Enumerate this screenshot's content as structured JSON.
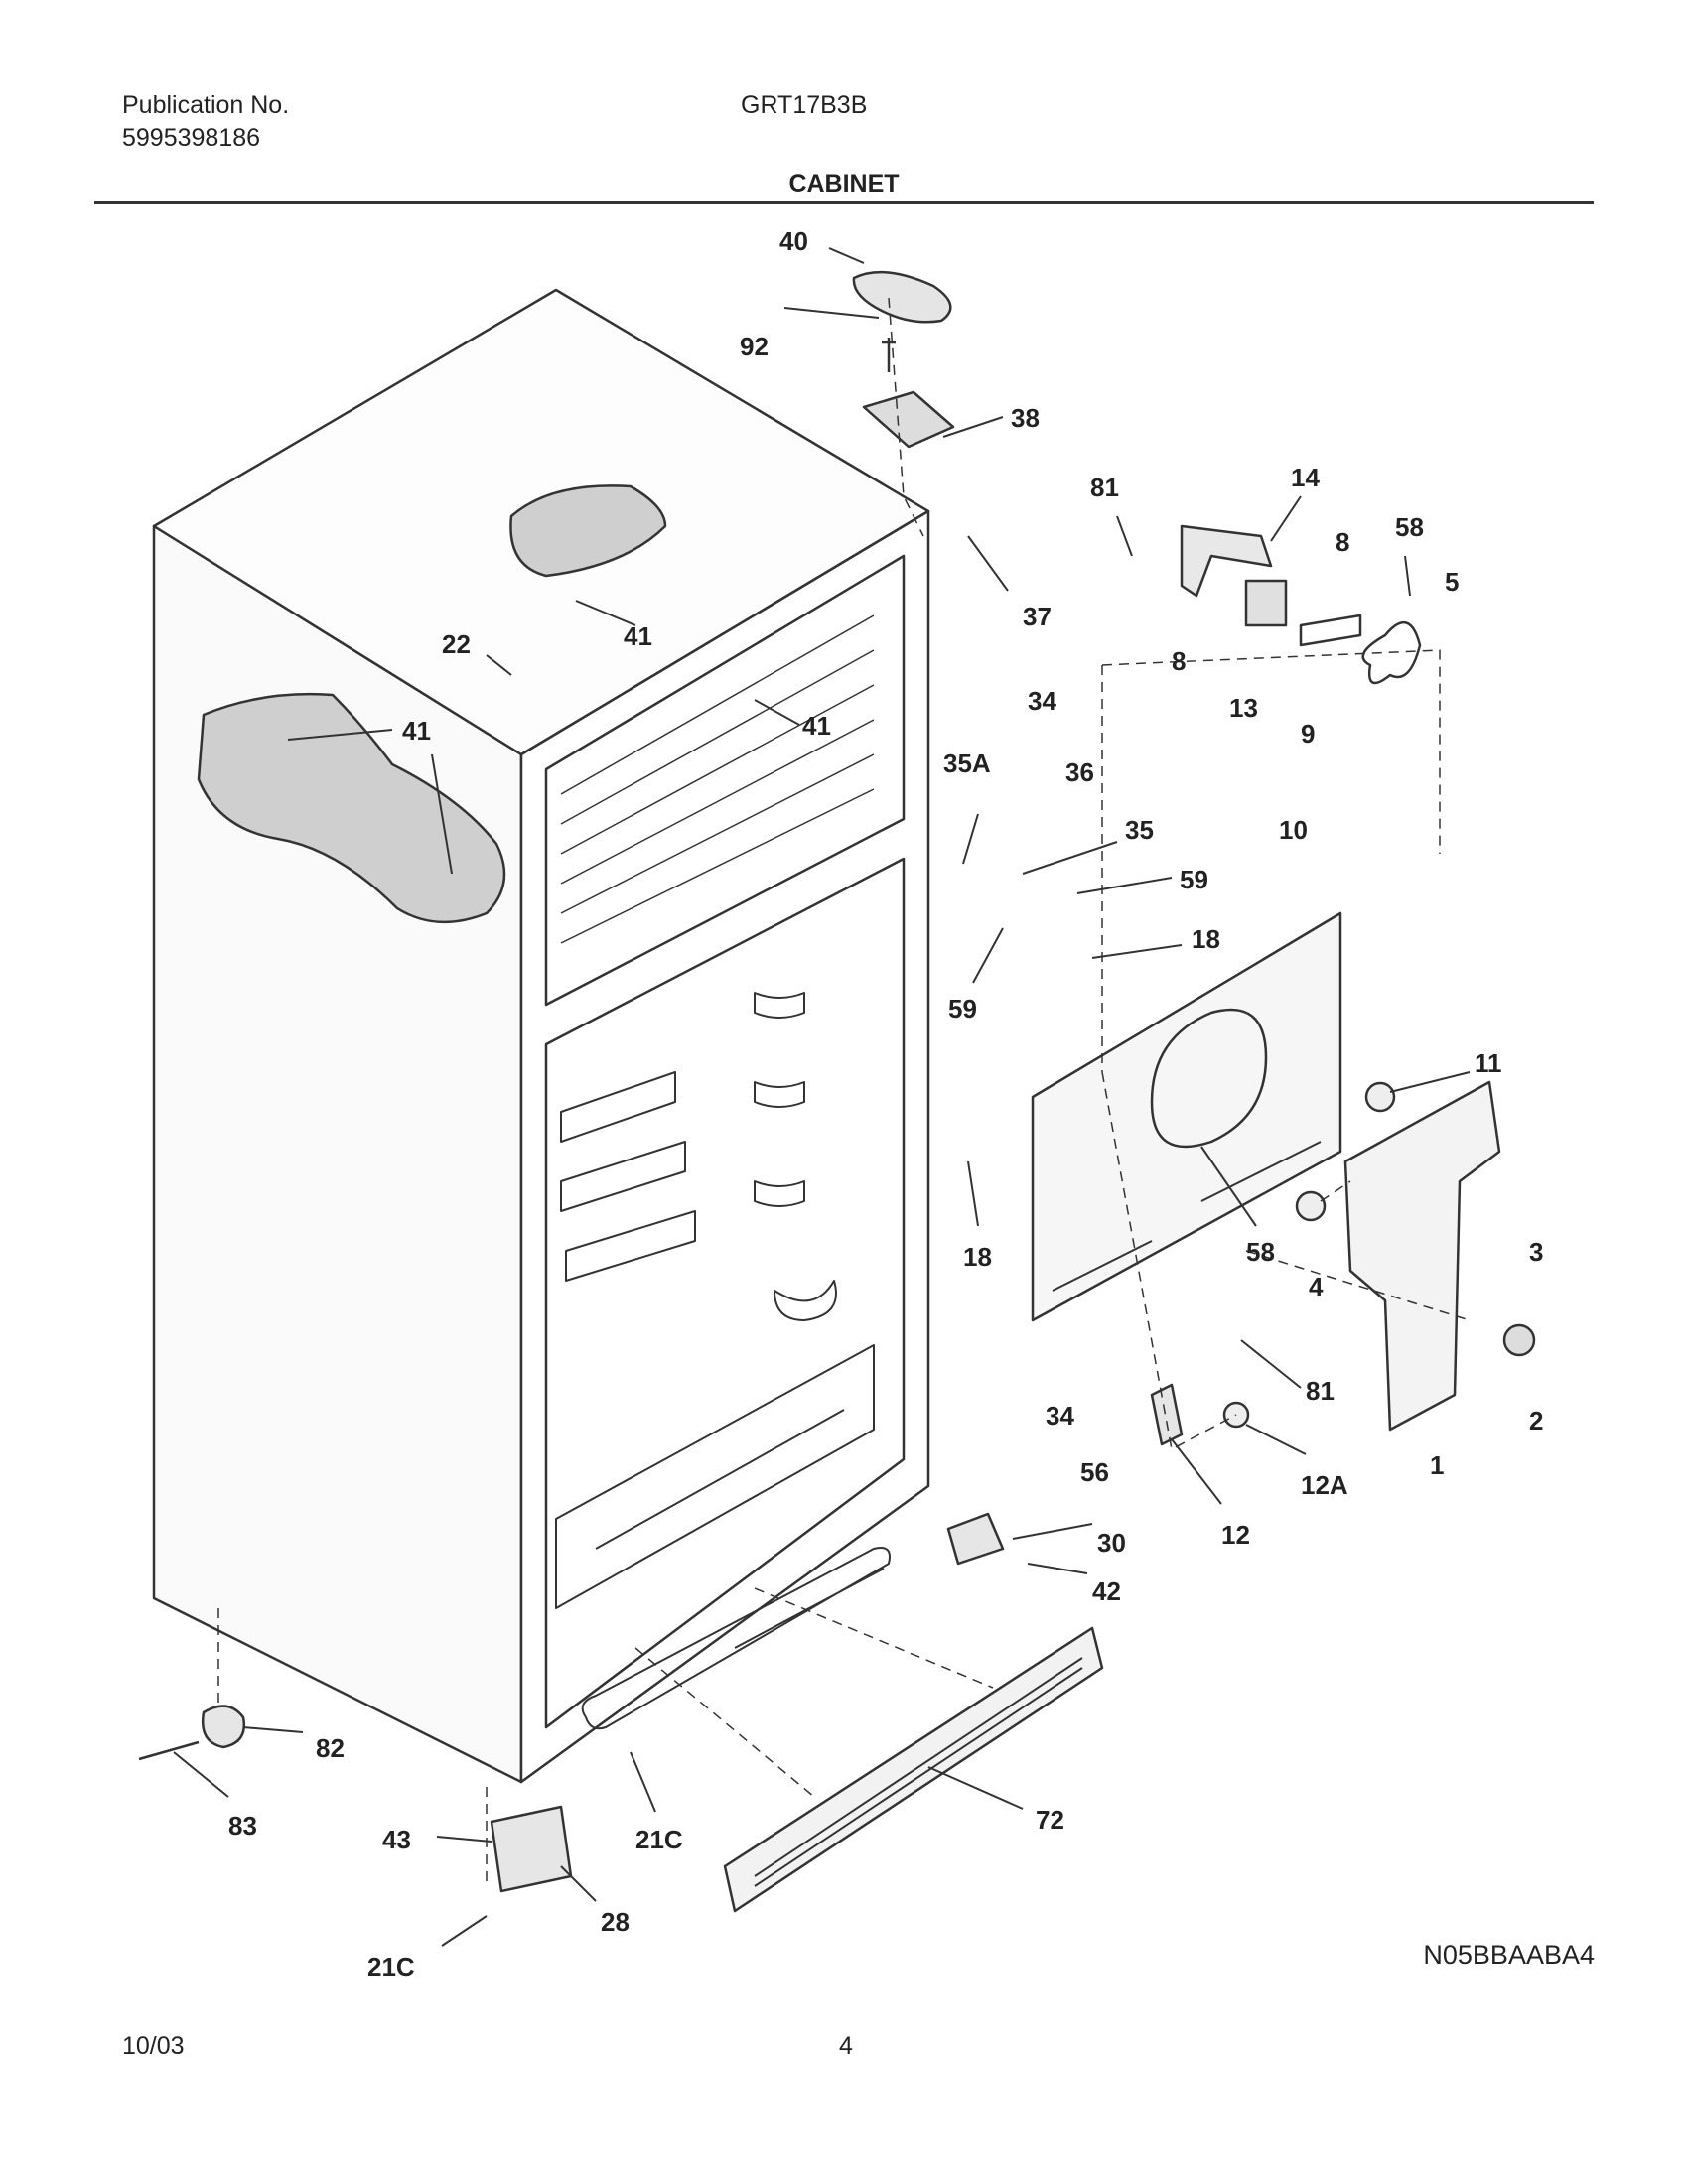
{
  "header": {
    "publication_label": "Publication No.",
    "publication_number": "5995398186",
    "model": "GRT17B3B",
    "section_title": "CABINET"
  },
  "footer": {
    "date": "10/03",
    "page_number": "4",
    "diagram_code": "N05BBAABA4"
  },
  "callouts": {
    "c40": "40",
    "c92": "92",
    "c38": "38",
    "c81a": "81",
    "c14": "14",
    "c8a": "8",
    "c58a": "58",
    "c5": "5",
    "c37": "37",
    "c41a": "41",
    "c41b": "41",
    "c41c": "41",
    "c22": "22",
    "c8b": "8",
    "c13": "13",
    "c9": "9",
    "c34a": "34",
    "c36": "36",
    "c35a": "35A",
    "c35": "35",
    "c10": "10",
    "c59a": "59",
    "c59b": "59",
    "c18a": "18",
    "c18b": "18",
    "c11": "11",
    "c58b": "58",
    "c4": "4",
    "c3": "3",
    "c81b": "81",
    "c2": "2",
    "c1": "1",
    "c12a": "12A",
    "c12": "12",
    "c34b": "34",
    "c56": "56",
    "c30": "30",
    "c42": "42",
    "c82": "82",
    "c83": "83",
    "c72": "72",
    "c43": "43",
    "c21c1": "21C",
    "c28": "28",
    "c21c2": "21C"
  }
}
